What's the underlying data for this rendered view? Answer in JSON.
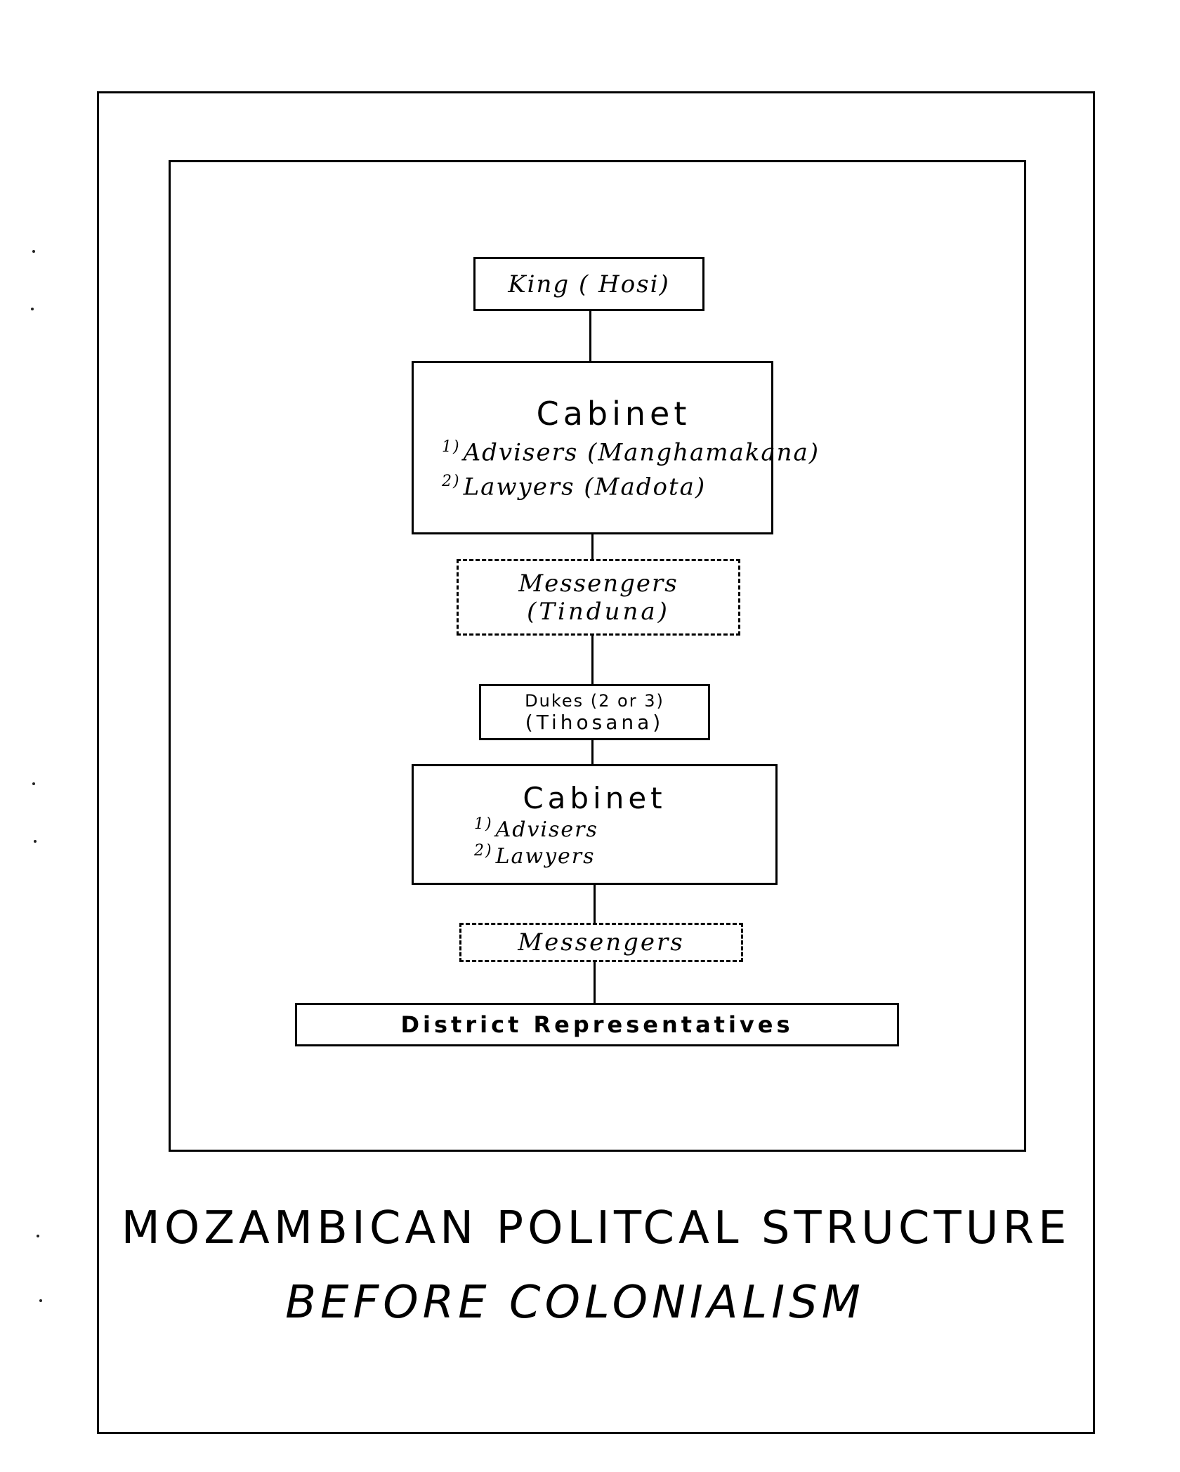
{
  "diagram": {
    "king": {
      "label": "King ( Hosi)"
    },
    "cabinet_1": {
      "title": "Cabinet",
      "items": [
        {
          "num": "1)",
          "label": "Advisers (Manghamakana)"
        },
        {
          "num": "2)",
          "label": "Lawyers (Madota)"
        }
      ]
    },
    "messengers_1": {
      "line1": "Messengers",
      "line2": "(Tinduna)"
    },
    "dukes": {
      "line1": "Dukes (2 or 3)",
      "line2": "(Tihosana)"
    },
    "cabinet_2": {
      "title": "Cabinet",
      "items": [
        {
          "num": "1)",
          "label": "Advisers"
        },
        {
          "num": "2)",
          "label": "Lawyers"
        }
      ]
    },
    "messengers_2": {
      "label": "Messengers"
    },
    "district": {
      "label": "District Representatives"
    }
  },
  "caption": {
    "line1": "MOZAMBICAN POLITCAL STRUCTURE",
    "line2": "BEFORE COLONIALISM"
  }
}
